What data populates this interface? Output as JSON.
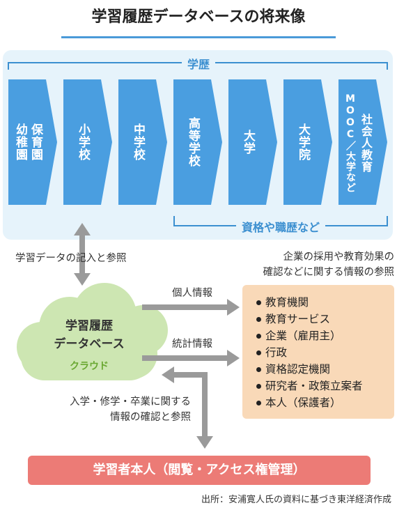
{
  "title": "学習履歴データベースの将来像",
  "timeline": {
    "header": "学歴",
    "stages": [
      {
        "lines": [
          "保育園",
          "幼稚園"
        ]
      },
      {
        "lines": [
          "小学校"
        ]
      },
      {
        "lines": [
          "中学校"
        ]
      },
      {
        "lines": [
          "高等学校"
        ]
      },
      {
        "lines": [
          "大学"
        ]
      },
      {
        "lines": [
          "大学院"
        ]
      },
      {
        "lines": [
          "社会人教育",
          "MOOC／大学など"
        ]
      }
    ],
    "footer": "資格や職歴など"
  },
  "flows": {
    "record_label": "学習データの記入と参照",
    "personal_info": "個人情報",
    "statistics_info": "統計情報",
    "learner_label_line1": "入学・修学・卒業に関する",
    "learner_label_line2": "情報の確認と参照"
  },
  "database": {
    "line1": "学習履歴",
    "line2": "データベース",
    "sub": "クラウド"
  },
  "usage": {
    "caption_line1": "企業の採用や教育効果の",
    "caption_line2": "確認などに関する情報の参照",
    "items": [
      "教育機関",
      "教育サービス",
      "企業（雇用主）",
      "行政",
      "資格認定機関",
      "研究者・政策立案者",
      "本人（保護者）"
    ]
  },
  "learner": "学習者本人（閲覧・アクセス権管理）",
  "source": "出所：安浦寛人氏の資料に基づき東洋経済作成",
  "colors": {
    "stage_blue": "#4a9ee0",
    "accent_blue": "#3b8fd0",
    "cloud_green": "#cde6b2",
    "cloud_text_green": "#6aa832",
    "usage_orange": "#f9d9b8",
    "learner_red": "#ec7b76",
    "arrow_gray": "#9a9a9a"
  }
}
